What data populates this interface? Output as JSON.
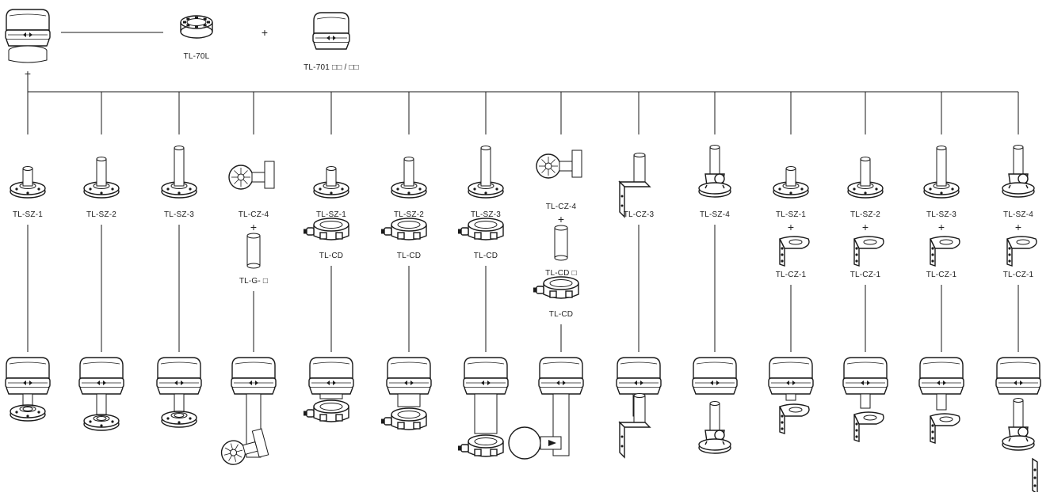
{
  "header": {
    "base_label": "TL-70L",
    "plus": "+",
    "lamp_label": "TL-701 □□ / □□"
  },
  "columns": [
    {
      "mount": "TL-SZ-1",
      "steps": [],
      "final": "sz1"
    },
    {
      "mount": "TL-SZ-2",
      "steps": [],
      "final": "sz2"
    },
    {
      "mount": "TL-SZ-3",
      "steps": [],
      "final": "sz3"
    },
    {
      "mount": "TL-CZ-4",
      "steps": [
        {
          "plus": "+",
          "label": "TL-G- □",
          "kind": "pipe"
        }
      ],
      "final": "cz4g"
    },
    {
      "mount": "TL-SZ-1",
      "steps": [
        {
          "plus": "",
          "label": "TL-CD",
          "kind": "cd"
        }
      ],
      "final": "sz1cd"
    },
    {
      "mount": "TL-SZ-2",
      "steps": [
        {
          "plus": "",
          "label": "TL-CD",
          "kind": "cd"
        }
      ],
      "final": "sz2cd"
    },
    {
      "mount": "TL-SZ-3",
      "steps": [
        {
          "plus": "",
          "label": "TL-CD",
          "kind": "cd"
        }
      ],
      "final": "sz3cd"
    },
    {
      "mount": "TL-CZ-4",
      "steps": [
        {
          "plus": "+",
          "label": "TL-CD □",
          "kind": "pipe"
        },
        {
          "plus": "",
          "label": "TL-CD",
          "kind": "cd"
        }
      ],
      "final": "cz4cd"
    },
    {
      "mount": "TL-CZ-3",
      "steps": [],
      "final": "cz3"
    },
    {
      "mount": "TL-SZ-4",
      "steps": [],
      "final": "sz4"
    },
    {
      "mount": "TL-SZ-1",
      "steps": [
        {
          "plus": "+",
          "label": "TL-CZ-1",
          "kind": "bracket"
        }
      ],
      "final": "sz1cz1"
    },
    {
      "mount": "TL-SZ-2",
      "steps": [
        {
          "plus": "+",
          "label": "TL-CZ-1",
          "kind": "bracket"
        }
      ],
      "final": "sz2cz1"
    },
    {
      "mount": "TL-SZ-3",
      "steps": [
        {
          "plus": "+",
          "label": "TL-CZ-1",
          "kind": "bracket"
        }
      ],
      "final": "sz3cz1"
    },
    {
      "mount": "TL-SZ-4",
      "steps": [
        {
          "plus": "+",
          "label": "TL-CZ-1",
          "kind": "bracket"
        }
      ],
      "final": "sz4cz1"
    }
  ]
}
